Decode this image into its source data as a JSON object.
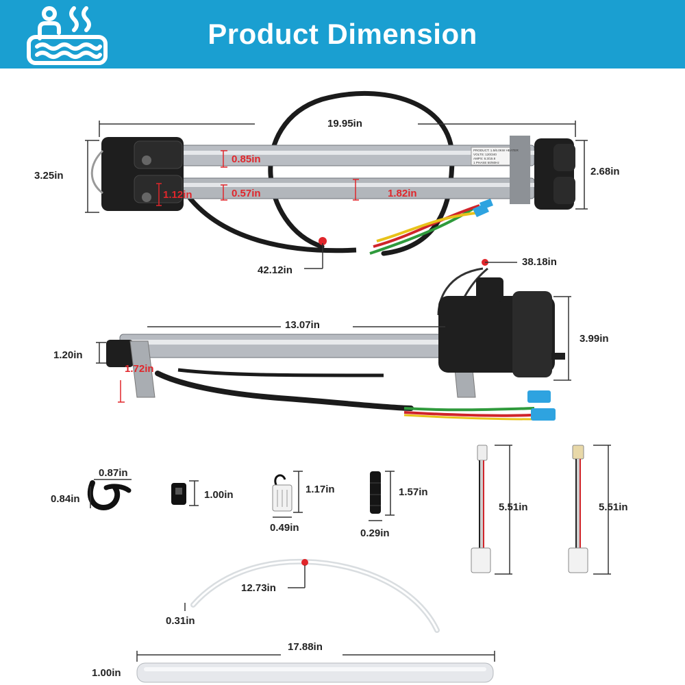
{
  "header": {
    "title": "Product Dimension",
    "icon": "hot-tub-icon",
    "background": "#1a9fd1"
  },
  "colors": {
    "accent_red": "#e0262b",
    "wire_green": "#2f9a3c",
    "wire_red": "#d0242a",
    "wire_yellow": "#e8c21a",
    "terminal_blue": "#2ea3e0"
  },
  "heater_top": {
    "length": "19.95in",
    "height_left": "3.25in",
    "height_right": "2.68in",
    "tube_upper": "0.85in",
    "tube_lower": "0.57in",
    "fitting": "1.12in",
    "spacing": "1.82in",
    "cable": "42.12in",
    "label_lines": [
      "PRODUCT: 1.5/6.0KW HEATER",
      "VOLTS: 120/240",
      "AMPS: 6.3/15.8",
      "1 PHASE 50/60Hz"
    ]
  },
  "heater_side": {
    "cable": "38.18in",
    "length": "13.07in",
    "tube": "1.20in",
    "height": "3.99in",
    "bracket": "1.72in"
  },
  "parts": {
    "clip_width": "0.87in",
    "clip_height": "0.84in",
    "plug": "1.00in",
    "connector_height": "1.17in",
    "connector_width": "0.49in",
    "tube_piece_height": "1.57in",
    "tube_piece_width": "0.29in",
    "harness_left": "5.51in",
    "harness_right": "5.51in"
  },
  "hose": {
    "length": "12.73in",
    "diameter": "0.31in"
  },
  "sleeve": {
    "length": "17.88in",
    "height": "1.00in"
  }
}
